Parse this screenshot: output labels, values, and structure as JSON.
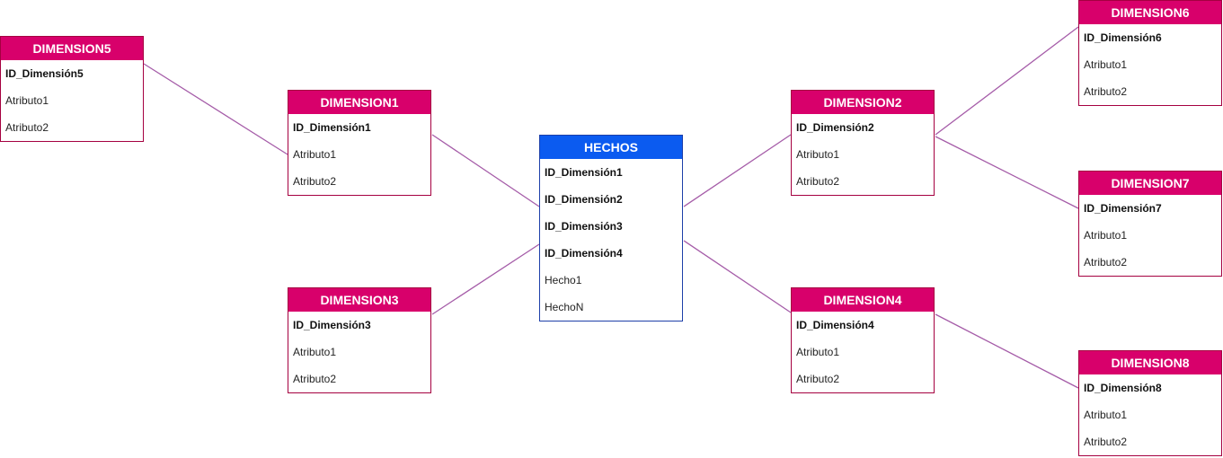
{
  "colors": {
    "dimension_header": "#d8006b",
    "dimension_border": "#a50040",
    "fact_header": "#0b5bf0",
    "fact_border": "#1d3fa9",
    "connector": "#a55ca8"
  },
  "fact": {
    "title": "HECHOS",
    "rows": [
      "ID_Dimensión1",
      "ID_Dimensión2",
      "ID_Dimensión3",
      "ID_Dimensión4",
      "Hecho1",
      "HechoN"
    ]
  },
  "dimensions": {
    "d1": {
      "title": "DIMENSION1",
      "key": "ID_Dimensión1",
      "attr1": "Atributo1",
      "attr2": "Atributo2"
    },
    "d2": {
      "title": "DIMENSION2",
      "key": "ID_Dimensión2",
      "attr1": "Atributo1",
      "attr2": "Atributo2"
    },
    "d3": {
      "title": "DIMENSION3",
      "key": "ID_Dimensión3",
      "attr1": "Atributo1",
      "attr2": "Atributo2"
    },
    "d4": {
      "title": "DIMENSION4",
      "key": "ID_Dimensión4",
      "attr1": "Atributo1",
      "attr2": "Atributo2"
    },
    "d5": {
      "title": "DIMENSION5",
      "key": "ID_Dimensión5",
      "attr1": "Atributo1",
      "attr2": "Atributo2"
    },
    "d6": {
      "title": "DIMENSION6",
      "key": "ID_Dimensión6",
      "attr1": "Atributo1",
      "attr2": "Atributo2"
    },
    "d7": {
      "title": "DIMENSION7",
      "key": "ID_Dimensión7",
      "attr1": "Atributo1",
      "attr2": "Atributo2"
    },
    "d8": {
      "title": "DIMENSION8",
      "key": "ID_Dimensión8",
      "attr1": "Atributo1",
      "attr2": "Atributo2"
    }
  }
}
